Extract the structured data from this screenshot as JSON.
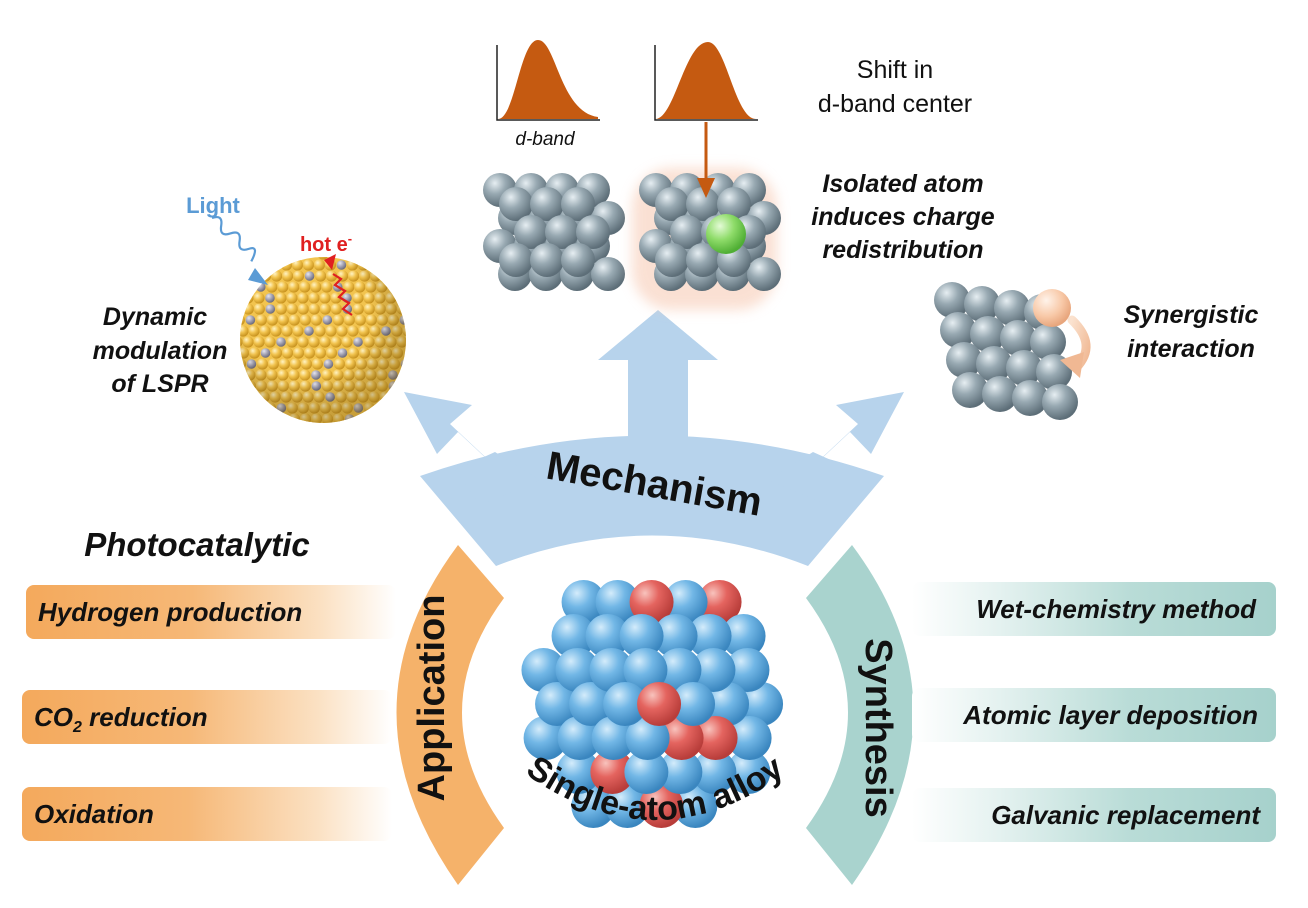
{
  "center": {
    "label": "Single-atom alloy"
  },
  "mechanism": {
    "label": "Mechanism",
    "dband_axis_label": "d-band",
    "dband_shift_line1": "Shift in",
    "dband_shift_line2": "d-band center",
    "isolated_line1": "Isolated atom",
    "isolated_line2": "induces charge",
    "isolated_line3": "redistribution",
    "synergy_line1": "Synergistic",
    "synergy_line2": "interaction",
    "lspr_line1": "Dynamic",
    "lspr_line2": "modulation",
    "lspr_line3": "of LSPR",
    "light_label": "Light",
    "hot_electron_label": "hot e",
    "hot_electron_sup": "-"
  },
  "application": {
    "label": "Application",
    "heading": "Photocatalytic",
    "items": [
      {
        "text": "Hydrogen production"
      },
      {
        "text_main": "CO",
        "text_sub": "2",
        "text_rest": " reduction"
      },
      {
        "text": "Oxidation"
      }
    ]
  },
  "synthesis": {
    "label": "Synthesis",
    "items": [
      {
        "text": "Wet-chemistry method"
      },
      {
        "text": "Atomic layer deposition"
      },
      {
        "text": "Galvanic replacement"
      }
    ]
  },
  "colors": {
    "arrow": "#b7d3ec",
    "application_band": "#f5b26a",
    "synthesis_band": "#a9d3ce",
    "host_atom": "#6fb6e6",
    "dopant_atom": "#e4645f",
    "dband_peak": "#c55a11",
    "gray_atom": "#8d9ea8",
    "gold_atom": "#f2c44f",
    "light": "#5b9bd5",
    "hot_electron": "#e02020"
  }
}
